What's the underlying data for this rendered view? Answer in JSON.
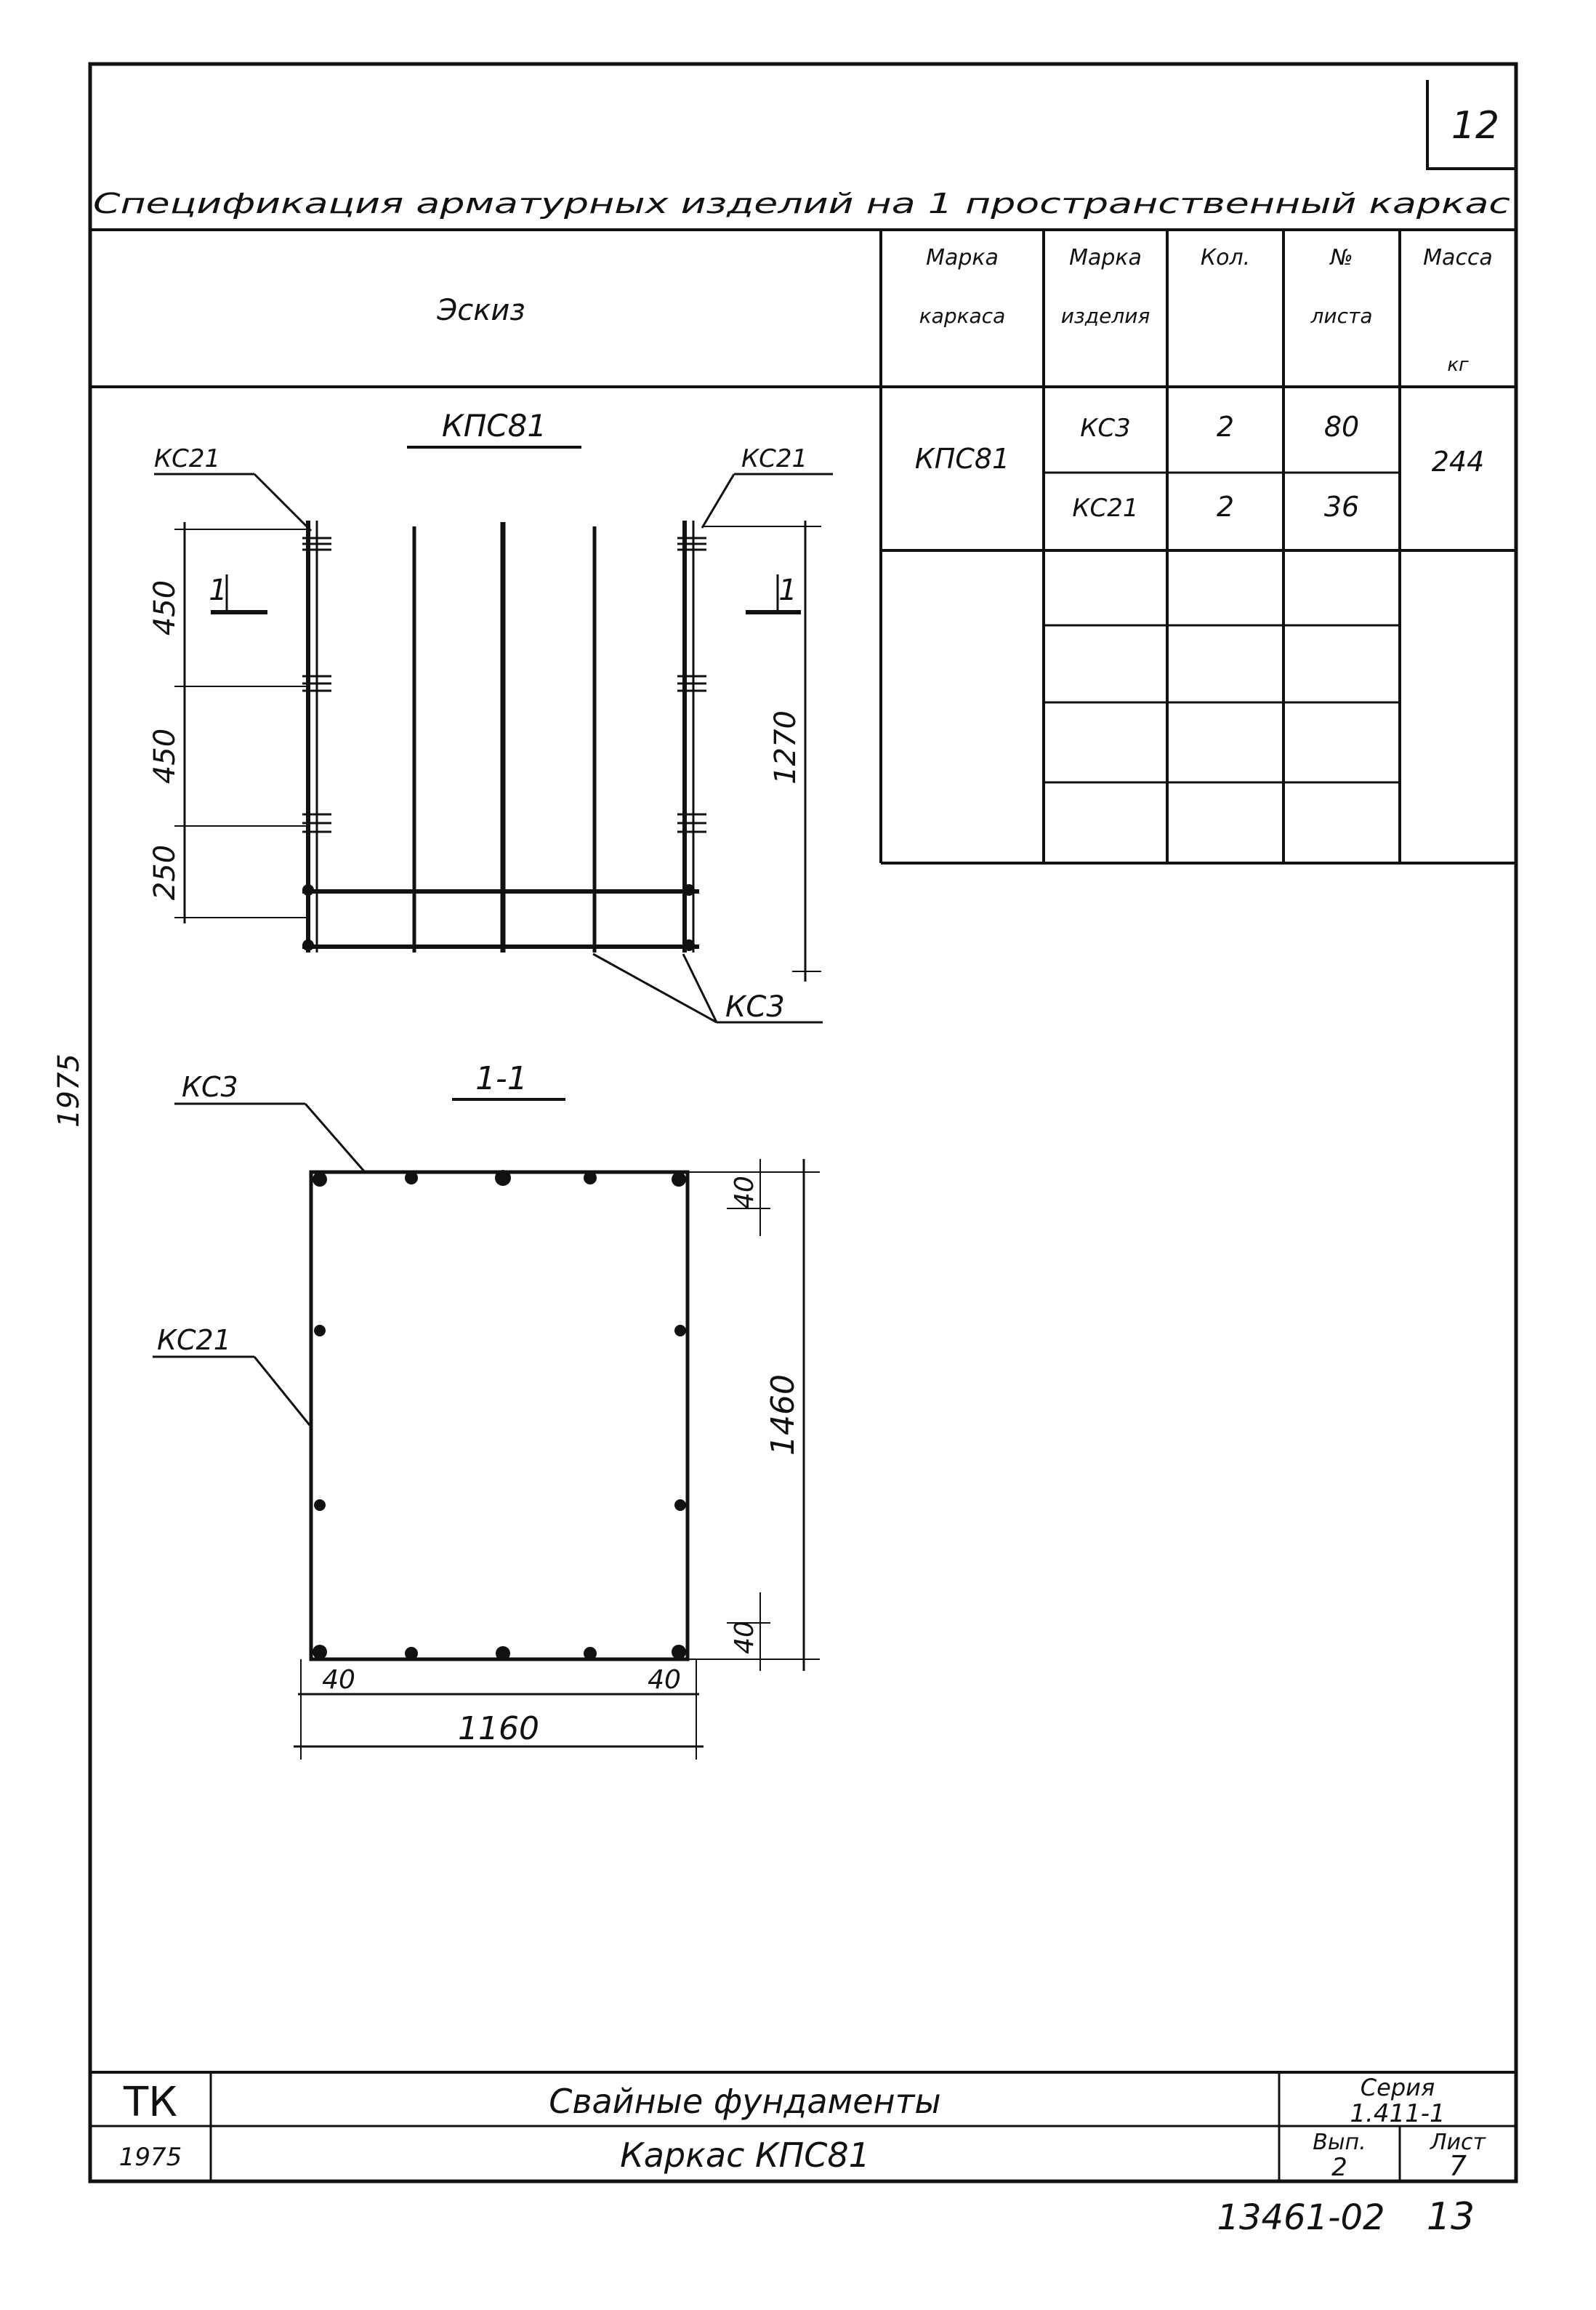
{
  "page_number": "12",
  "table": {
    "title": "Спецификация арматурных изделий на 1 пространственный каркас",
    "headers": {
      "sketch": "Эскиз",
      "frame_mark_1": "Марка",
      "frame_mark_2": "каркаса",
      "item_mark_1": "Марка",
      "item_mark_2": "изделия",
      "qty": "Кол.",
      "sheet_1": "№",
      "sheet_2": "листа",
      "mass_1": "Масса",
      "mass_unit": "кг"
    },
    "rows": [
      {
        "frame": "КПС81",
        "item": "КС3",
        "qty": "2",
        "sheet": "80",
        "mass": "244"
      },
      {
        "frame": "",
        "item": "КС21",
        "qty": "2",
        "sheet": "36",
        "mass": ""
      }
    ]
  },
  "elevation": {
    "title": "КПС81",
    "label_left": "КС21",
    "label_right": "КС21",
    "label_bottom": "КС3",
    "section_mark_left": "1",
    "section_mark_right": "1",
    "dims": {
      "d1": "450",
      "d2": "450",
      "d3": "250",
      "height": "1270"
    }
  },
  "section": {
    "title": "1-1",
    "label_top": "КС3",
    "label_left": "КС21",
    "dims": {
      "top_cover": "40",
      "height": "1460",
      "bottom_cover": "40",
      "left_cover": "40",
      "right_cover": "40",
      "width": "1160"
    }
  },
  "title_block": {
    "org": "ТК",
    "year": "1975",
    "title": "Свайные фундаменты",
    "subtitle": "Каркас КПС81",
    "series_label": "Серия",
    "series_value": "1.411-1",
    "issue_label": "Вып.",
    "issue_value": "2",
    "sheet_label": "Лист",
    "sheet_value": "7"
  },
  "margin_note": {
    "year": "1975"
  },
  "archive_number": "13461-02",
  "archive_page": "13"
}
